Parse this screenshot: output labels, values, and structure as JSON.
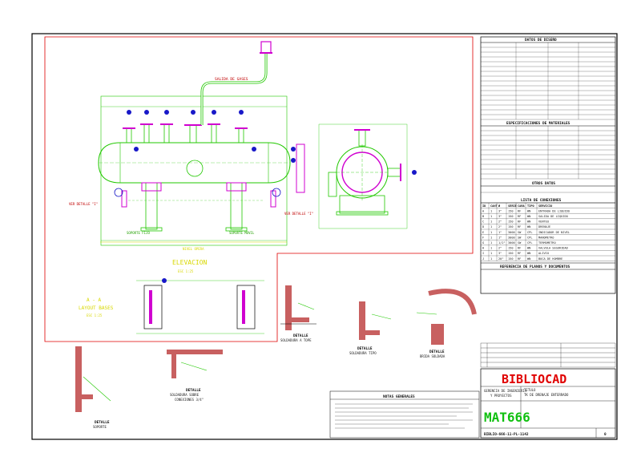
{
  "drawing": {
    "views": {
      "elevation_title": "ELEVACION",
      "elevation_scale": "ESC 1:25",
      "layout_title_line1": "A - A",
      "layout_title_line2": "LAYOUT BASES",
      "layout_scale": "ESC 1:25",
      "ver_detalle_left": "VER DETALLE \"I\"",
      "ver_detalle_right": "VER DETALLE \"I\"",
      "soporte_fijo": "SOPORTE FIJO",
      "soporte_movil": "SOPORTE MOVIL",
      "nivel": "NIVEL OPERA"
    },
    "details": {
      "d1_line1": "DETALLE",
      "d1_line2": "SOLDADURA A TOPE",
      "d2_line1": "DETALLE",
      "d2_line2": "SOLDADURA TIPO",
      "d3_line1": "DETALLE",
      "d3_line2": "BRIDA SOLDADA",
      "d4_line1": "DETALLE",
      "d4_line2": "SOLDADURA SOBRE",
      "d4_line3": "CONEXIONES 3/4\"",
      "d5_line1": "DETALLE",
      "d5_line2": "SOPORTE"
    },
    "sections": {
      "datos_diseno": "DATOS DE DISEÑO",
      "especificaciones": "ESPECIFICACIONES DE MATERIALES",
      "otros_datos": "OTROS DATOS",
      "lista_conexiones": "LISTA DE CONEXIONES",
      "referencia": "REFERENCIA DE PLANOS Y DOCUMENTOS",
      "notas": "NOTAS GENERALES"
    },
    "connections": {
      "headers": [
        "ID",
        "CANT",
        "Ø",
        "SERIE",
        "CARA",
        "TIPO",
        "SERVICIO"
      ],
      "rows": [
        [
          "A",
          "1",
          "3\"",
          "150",
          "RF",
          "WN",
          "ENTRADA DE LIQUIDO"
        ],
        [
          "B",
          "1",
          "3\"",
          "150",
          "RF",
          "WN",
          "SALIDA DE LIQUIDO"
        ],
        [
          "C",
          "1",
          "2\"",
          "150",
          "RF",
          "WN",
          "VENTEO"
        ],
        [
          "D",
          "1",
          "2\"",
          "150",
          "RF",
          "WN",
          "DRENAJE"
        ],
        [
          "E",
          "1",
          "1\"",
          "3000",
          "SW",
          "CPL",
          "INDICADOR DE NIVEL"
        ],
        [
          "F",
          "1",
          "1\"",
          "3000",
          "SW",
          "CPL",
          "MANOMETRO"
        ],
        [
          "G",
          "1",
          "1/2\"",
          "3000",
          "SW",
          "CPL",
          "TERMOMETRO"
        ],
        [
          "H",
          "1",
          "2\"",
          "150",
          "RF",
          "WN",
          "VALVULA SEGURIDAD"
        ],
        [
          "I",
          "1",
          "3\"",
          "150",
          "RF",
          "WN",
          "ALIVIO"
        ],
        [
          "J",
          "1",
          "20\"",
          "150",
          "RF",
          "WN",
          "BOCA DE HOMBRE"
        ]
      ]
    },
    "title_block": {
      "brand": "BIBLIOCAD",
      "code_big": "MAT666",
      "doc_number": "BIBLIO-666-11-PL-1142",
      "revision": "0",
      "line1": "GERENCIA DE INGENIERIA",
      "line2": "Y PROYECTOS",
      "title_label": "TITULO",
      "title_value": "TK DE DRENAJE ENTERRADO"
    },
    "colors": {
      "vessel": "#22c800",
      "dimension": "#d8d800",
      "frame_red": "#e00000",
      "cyan": "#00b8d0",
      "blue": "#1818c8",
      "magenta": "#d000d0",
      "brand_red": "#e00000",
      "code_green": "#10c010"
    }
  }
}
